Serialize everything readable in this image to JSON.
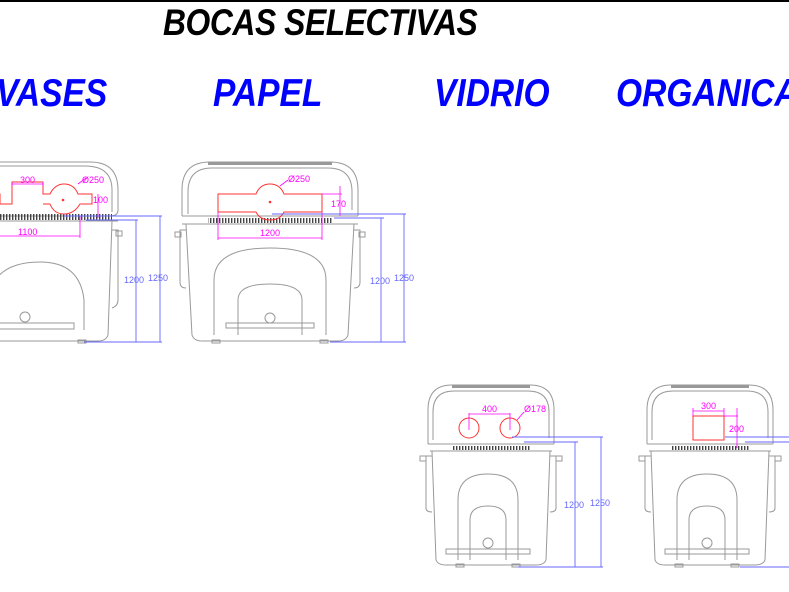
{
  "title": "BOCAS SELECTIVAS",
  "labels": {
    "envases": "VASES",
    "papel": "PAPEL",
    "vidrio": "VIDRIO",
    "organica": "ORGANICA"
  },
  "colors": {
    "title": "#000000",
    "label": "#0000ff",
    "opening": "#ff3333",
    "dim_magenta": "#ff00ff",
    "dim_blue": "#6666ff",
    "outline": "#999999"
  },
  "containers": {
    "envases": {
      "dims": {
        "width": "1100",
        "opening_width": "300",
        "diameter": "Ø250",
        "height_opening": "100",
        "height_body": "1200",
        "height_total": "1250"
      }
    },
    "papel": {
      "dims": {
        "width": "1200",
        "diameter": "Ø250",
        "height_opening": "170",
        "height_body": "1200",
        "height_total": "1250"
      }
    },
    "vidrio": {
      "dims": {
        "spacing": "400",
        "diameter": "Ø178",
        "height_body": "1200",
        "height_total": "1250"
      }
    },
    "organica": {
      "dims": {
        "opening_width": "300",
        "height_opening": "200"
      }
    }
  }
}
